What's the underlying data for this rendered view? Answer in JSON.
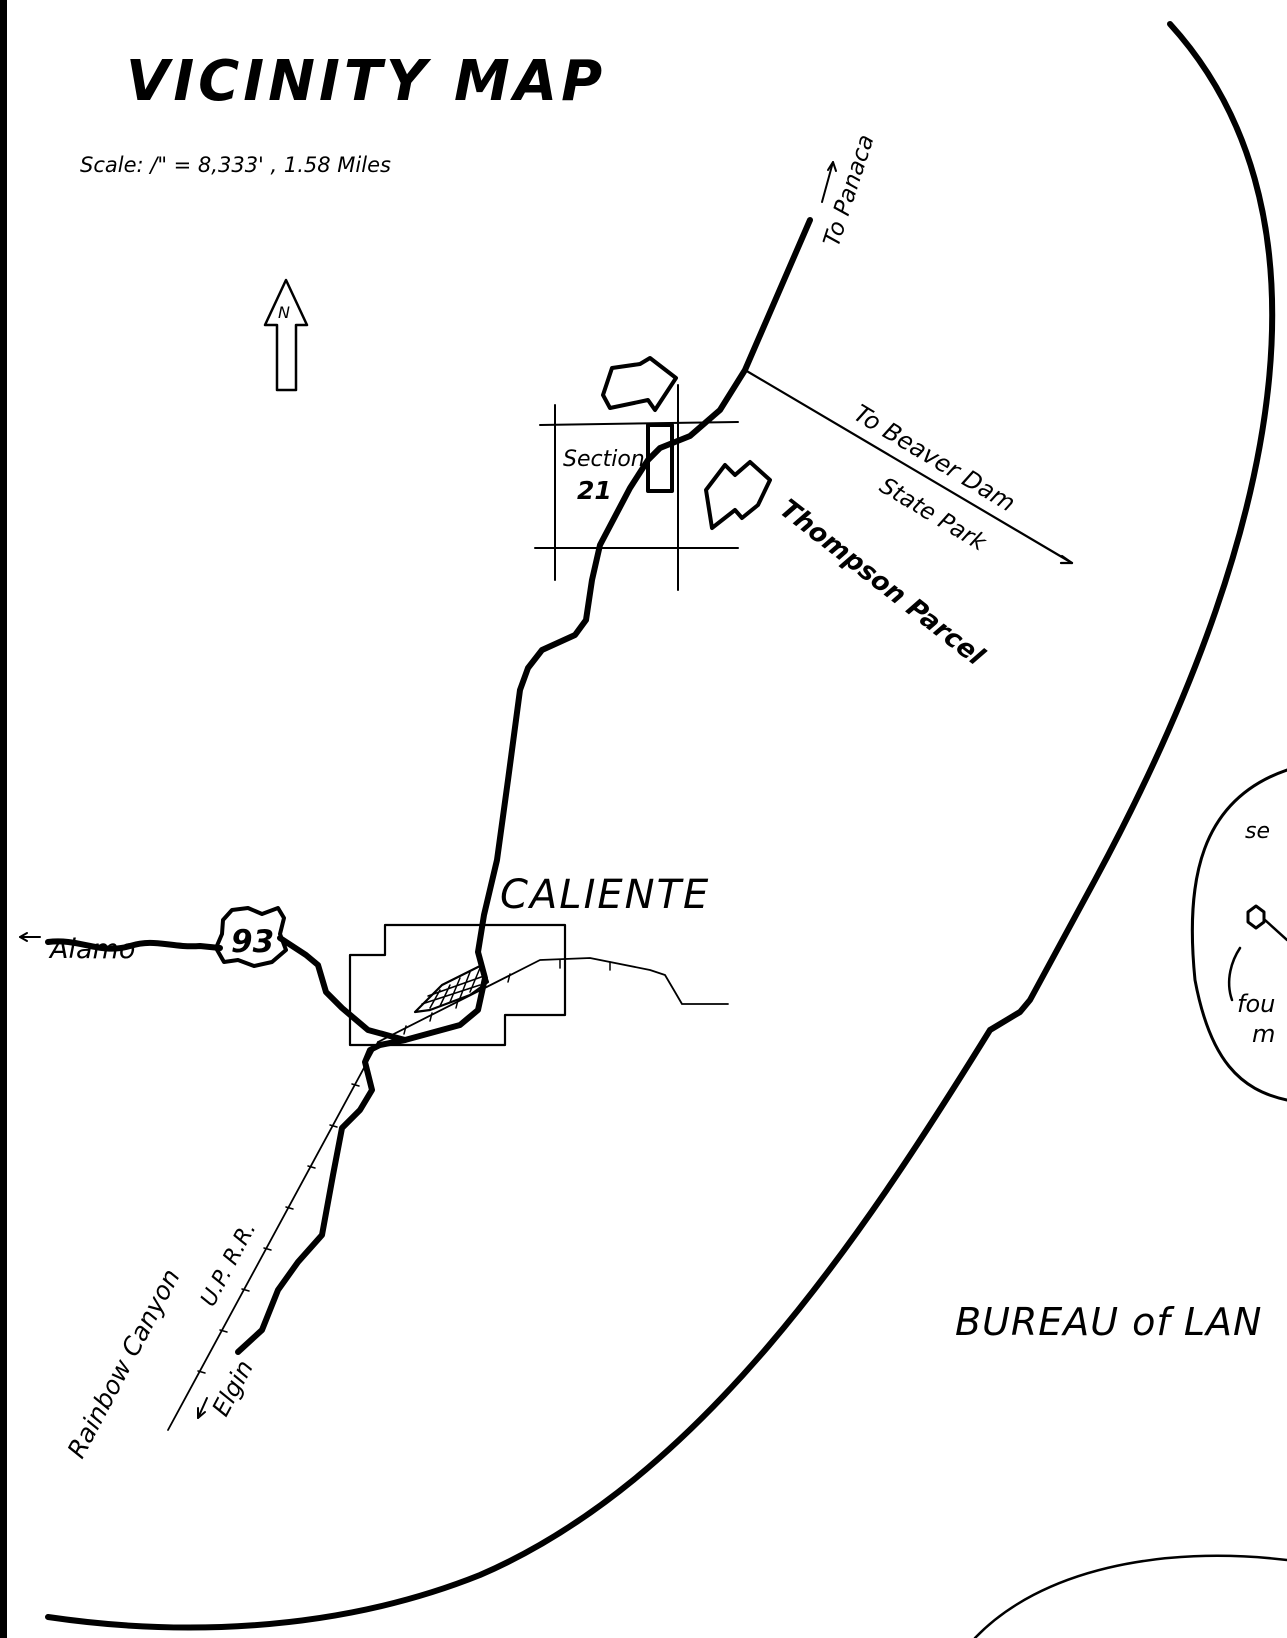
{
  "map": {
    "title": "VICINITY MAP",
    "scale": "Scale:  /\" = 8,333' , 1.58 Miles",
    "north": "N",
    "labels": {
      "to_panaca": "To Panaca",
      "to_beaver_dam": "To Beaver Dam",
      "state_park": "State Park",
      "section": "Section",
      "section_number": "21",
      "thompson_parcel": "Thompson Parcel",
      "caliente": "CALIENTE",
      "highway": "93",
      "alamo": "Alamo",
      "rainbow_canyon": "Rainbow Canyon",
      "railroad": "U.P. R.R.",
      "elgin": "Elgin",
      "blm": "BUREAU of LAN",
      "inset_top": "se",
      "inset_mid": "fou",
      "inset_bottom": "m"
    }
  }
}
